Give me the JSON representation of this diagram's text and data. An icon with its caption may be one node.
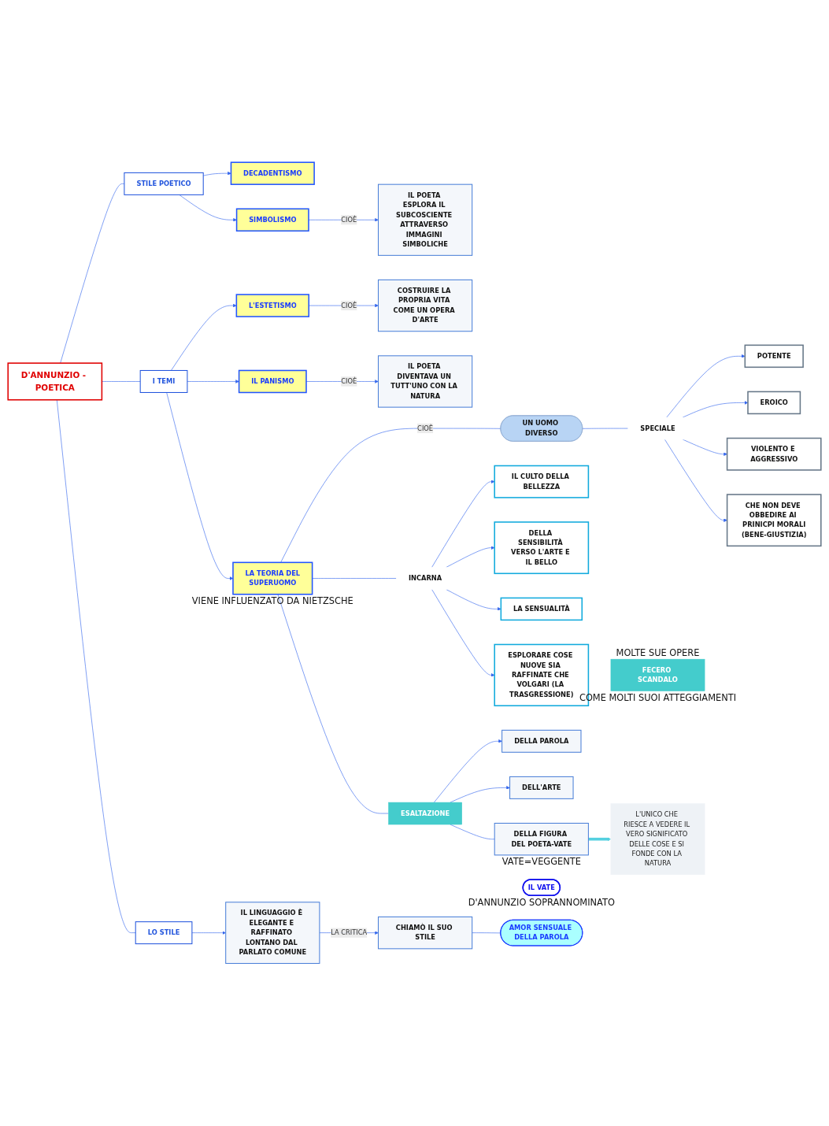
{
  "diagram": {
    "nodes": [
      {
        "text": [
          "D'ANNUNZIO - POETICA"
        ]
      },
      {
        "text": [
          "STILE POETICO"
        ]
      },
      {
        "text": [
          "DECADENTISMO"
        ]
      },
      {
        "text": [
          "SIMBOLISMO"
        ]
      },
      {
        "text": [
          "IL POETA ESPLORA IL SUBCOSCIENTE ATTRAVERSO IMMAGINI SIMBOLICHE"
        ]
      },
      {
        "text": [
          "I TEMI"
        ]
      },
      {
        "text": [
          "L'ESTETISMO"
        ]
      },
      {
        "text": [
          "COSTRUIRE LA PROPRIA VITA COME UN OPERA D'ARTE"
        ]
      },
      {
        "text": [
          "IL PANISMO"
        ]
      },
      {
        "text": [
          "IL POETA DIVENTAVA UN TUTT'UNO CON LA NATURA"
        ]
      },
      {
        "text": [
          "LA TEORIA DEL",
          "SUPERUOMO"
        ],
        "beside": [
          "VIENE INFLUENZATO DA NIETZSCHE"
        ]
      },
      {
        "text": [
          "UN UOMO DIVERSO"
        ]
      },
      {
        "text": [
          "SPECIALE"
        ]
      },
      {
        "text": [
          "POTENTE"
        ]
      },
      {
        "text": [
          "EROICO"
        ]
      },
      {
        "text": [
          "VIOLENTO E AGGRESSIVO"
        ]
      },
      {
        "text": [
          "CHE NON DEVE OBBEDIRE AI PRINICPI MORALI",
          "(BENE-GIUSTIZIA)"
        ]
      },
      {
        "text": [
          "INCARNA"
        ]
      },
      {
        "text": [
          "IL CULTO DELLA BELLEZZA"
        ]
      },
      {
        "text": [
          "DELLA SENSIBILITÀ VERSO L'ARTE E IL BELLO"
        ]
      },
      {
        "text": [
          "LA SENSUALITÀ"
        ]
      },
      {
        "text": [
          "ESPLORARE COSE NUOVE SIA RAFFINATE CHE VOLGARI (LA TRASGRESSIONE)"
        ]
      },
      {
        "text": [
          "FECERO SCANDALO"
        ],
        "beside": [
          "MOLTE SUE OPERE",
          "COME MOLTI SUOI ATTEGGIAMENTI"
        ]
      },
      {
        "text": [
          "ESALTAZIONE"
        ]
      },
      {
        "text": [
          "DELLA PAROLA"
        ]
      },
      {
        "text": [
          "DELL'ARTE"
        ]
      },
      {
        "text": [
          "DELLA FIGURA DEL POETA-VATE"
        ],
        "beside": [
          "VATE=VEGGENTE"
        ]
      },
      {
        "text": [
          "L'UNICO CHE RIESCE A VEDERE IL VERO SIGNIFICATO DELLE COSE E SI FONDE CON LA NATURA"
        ]
      },
      {
        "text": [
          "IL VATE"
        ],
        "beside": [
          "D'ANNUNZIO SOPRANNOMINATO"
        ]
      },
      {
        "text": [
          "LO STILE"
        ]
      },
      {
        "text": [
          "IL LINGUAGGIO È ELEGANTE E RAFFINATO LONTANO DAL PARLATO COMUNE"
        ]
      },
      {
        "text": [
          "CHIAMÒ IL SUO STILE"
        ]
      },
      {
        "text": [
          "AMOR SENSUALE DELLA PAROLA"
        ]
      }
    ],
    "edges": [
      {
        "from": 0,
        "to": 1,
        "arrow": "none"
      },
      {
        "from": 0,
        "to": 5,
        "arrow": "none"
      },
      {
        "from": 0,
        "to": 29,
        "arrow": "none"
      },
      {
        "from": 1,
        "to": 2,
        "arrow": "to"
      },
      {
        "from": 1,
        "to": 3,
        "arrow": "to"
      },
      {
        "from": 3,
        "to": 4,
        "label": "CIOÈ",
        "arrow": "to"
      },
      {
        "from": 5,
        "to": 6,
        "arrow": "to"
      },
      {
        "from": 6,
        "to": 7,
        "label": "CIOÈ",
        "arrow": "to"
      },
      {
        "from": 5,
        "to": 8,
        "arrow": "to"
      },
      {
        "from": 8,
        "to": 9,
        "label": "CIOÈ",
        "arrow": "to"
      },
      {
        "from": 5,
        "to": 10,
        "arrow": "to"
      },
      {
        "from": 10,
        "to": 11,
        "label": "CIOÈ",
        "arrow": "none"
      },
      {
        "from": 11,
        "to": 12,
        "arrow": "none"
      },
      {
        "from": 12,
        "to": 13,
        "arrow": "to"
      },
      {
        "from": 12,
        "to": 14,
        "arrow": "to"
      },
      {
        "from": 12,
        "to": 15,
        "arrow": "to"
      },
      {
        "from": 12,
        "to": 16,
        "arrow": "to"
      },
      {
        "from": 10,
        "to": 17,
        "arrow": "none"
      },
      {
        "from": 17,
        "to": 18,
        "arrow": "to"
      },
      {
        "from": 17,
        "to": 19,
        "arrow": "to"
      },
      {
        "from": 17,
        "to": 20,
        "arrow": "to"
      },
      {
        "from": 17,
        "to": 21,
        "arrow": "to"
      },
      {
        "from": 10,
        "to": 23,
        "arrow": "none"
      },
      {
        "from": 23,
        "to": 24,
        "arrow": "to"
      },
      {
        "from": 23,
        "to": 25,
        "arrow": "to"
      },
      {
        "from": 23,
        "to": 26,
        "arrow": "none"
      },
      {
        "from": 26,
        "to": 27,
        "arrow": "to",
        "style": "thick",
        "color": "#55d0e0"
      },
      {
        "from": 29,
        "to": 30,
        "arrow": "to"
      },
      {
        "from": 30,
        "to": 31,
        "label": "LA CRITICA",
        "arrow": "to"
      },
      {
        "from": 31,
        "to": 32,
        "arrow": "none"
      }
    ]
  }
}
